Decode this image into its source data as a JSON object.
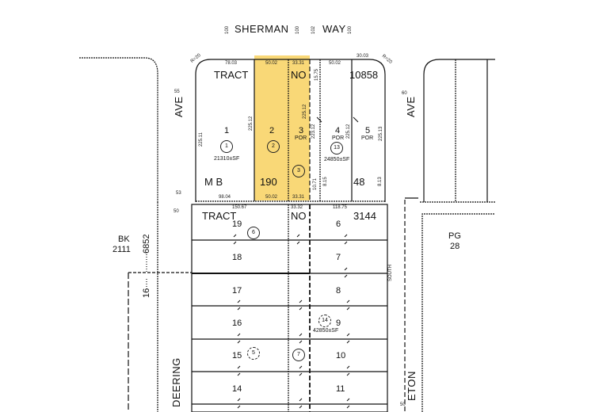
{
  "map": {
    "highlight_color": "#f9d877",
    "line_color": "#111111",
    "streets": {
      "top": {
        "name_1": "SHERMAN",
        "name_2": "WAY",
        "nums": [
          "100",
          "100",
          "102",
          "100"
        ]
      },
      "left_ave": {
        "name": "AVE",
        "num_top": "55",
        "num_bottom": "53"
      },
      "right_ave": {
        "name": "AVE",
        "num_top": "60"
      },
      "deering": {
        "name": "DEERING"
      },
      "eton": {
        "name": "ETON",
        "num": "50"
      },
      "south": {
        "name": "SOUTH"
      }
    },
    "book_page": {
      "bk_label": "BK",
      "bk_value": "2111",
      "side_num": "6852",
      "side_num2": "16",
      "pg_label": "PG",
      "pg_value": "28"
    },
    "upper_block": {
      "tract_words": [
        "TRACT",
        "NO",
        "10858"
      ],
      "mb_label": "M B",
      "mb_page": "190",
      "mb_right": "48",
      "top_dims": [
        "R=20",
        "78.03",
        "50.02",
        "33.31",
        "50.02",
        "30.03",
        "R=20"
      ],
      "bottom_dims": [
        "98.04",
        "50.02",
        "33.31"
      ],
      "side_dims": [
        "225.11",
        "225.12",
        "225.12",
        "223.12",
        "225.12",
        "225.13",
        "15.75",
        "10.71",
        "8.15",
        "8.13"
      ],
      "lots": [
        {
          "num": "1",
          "parcel": "1",
          "area": "21310±SF"
        },
        {
          "num": "2",
          "parcel": "2",
          "highlighted": true
        },
        {
          "num": "3",
          "sub": "POR",
          "parcel": "3",
          "highlighted": true
        },
        {
          "num": "4",
          "sub": "POR",
          "parcel": "13",
          "area": "24850±SF"
        },
        {
          "num": "5",
          "sub": "POR"
        }
      ]
    },
    "lower_block": {
      "tract_words": [
        "TRACT",
        "NO",
        "3144"
      ],
      "top_dims": [
        "150.67",
        "33.32",
        "118.75"
      ],
      "side_num": "50",
      "lots_left": [
        "19",
        "18",
        "17",
        "16",
        "15",
        "14"
      ],
      "lots_right": [
        "6",
        "7",
        "8",
        "9",
        "10",
        "11"
      ],
      "parcels": [
        {
          "num": "6"
        },
        {
          "num": "5"
        },
        {
          "num": "7"
        },
        {
          "num": "14",
          "area": "42850±SF"
        }
      ]
    }
  }
}
